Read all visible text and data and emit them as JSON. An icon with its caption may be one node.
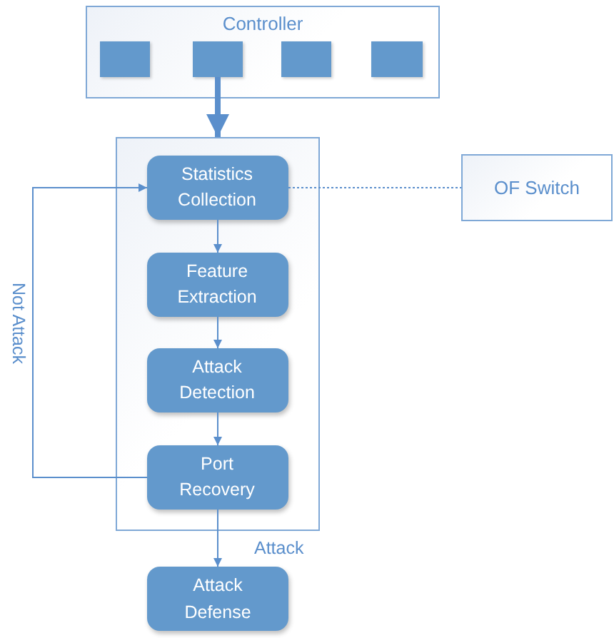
{
  "diagram": {
    "nodes": [
      {
        "text": [
          "Controller"
        ]
      },
      {
        "text": [],
        "shape": "box",
        "in": 0
      },
      {
        "text": [],
        "shape": "box",
        "in": 0
      },
      {
        "text": [],
        "shape": "box",
        "in": 0
      },
      {
        "text": [],
        "shape": "box",
        "in": 0
      },
      {
        "text": [],
        "shape": "box"
      },
      {
        "text": [
          "Statistics Collection"
        ],
        "in": 5
      },
      {
        "text": [
          "Feature Extraction"
        ],
        "in": 5
      },
      {
        "text": [
          "Attack Detection"
        ],
        "in": 5
      },
      {
        "text": [
          "Port Recovery"
        ],
        "in": 5
      },
      {
        "text": [
          "OF Switch"
        ]
      },
      {
        "text": [
          "Attack Defense"
        ]
      }
    ],
    "edges": [
      {
        "from": 2,
        "to": 5,
        "arrow": "to",
        "style": "thick"
      },
      {
        "from": 6,
        "to": 7,
        "arrow": "to"
      },
      {
        "from": 7,
        "to": 8,
        "arrow": "to"
      },
      {
        "from": 8,
        "to": 9,
        "arrow": "to"
      },
      {
        "from": 9,
        "to": 6,
        "arrow": "to",
        "label": "Not Attack"
      },
      {
        "from": 6,
        "to": 10,
        "arrow": "none",
        "style": "dashed"
      },
      {
        "from": 9,
        "to": 11,
        "arrow": "to",
        "label": "Attack"
      }
    ]
  }
}
